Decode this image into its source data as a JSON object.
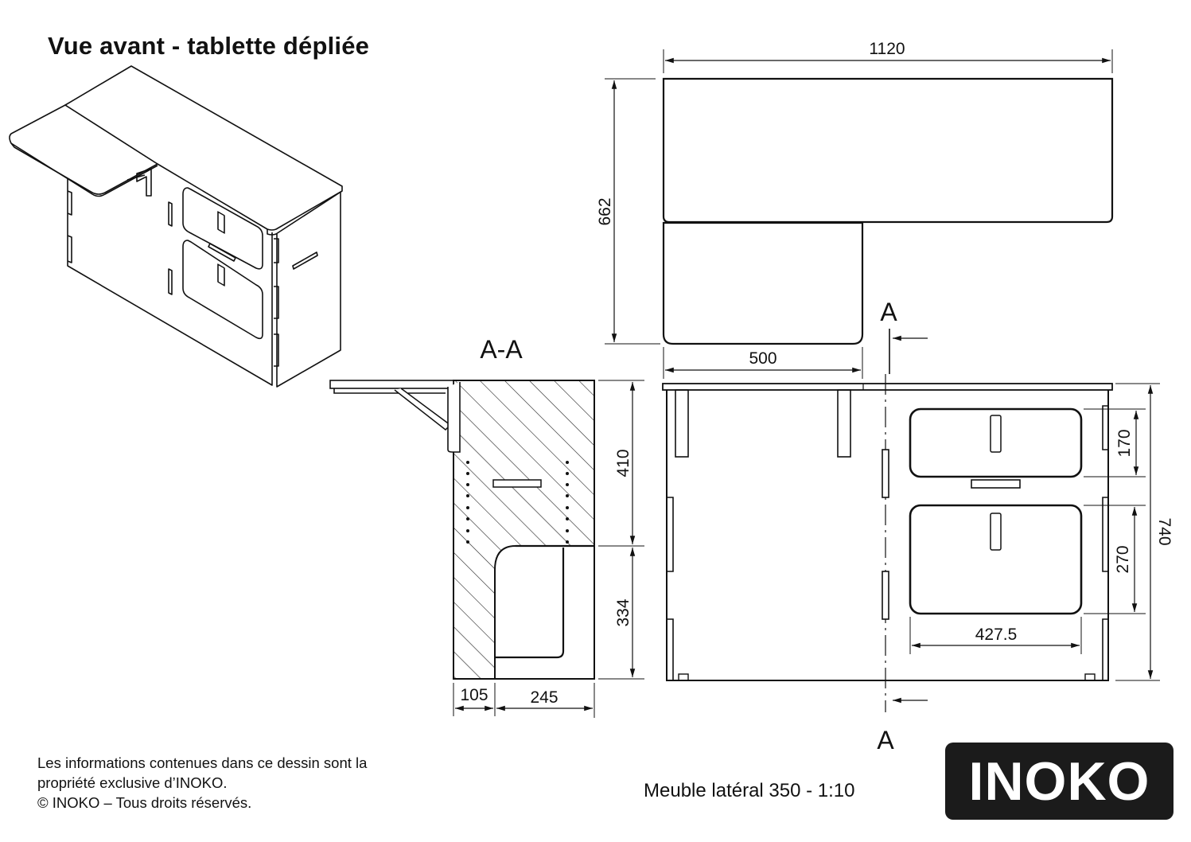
{
  "title": "Vue avant - tablette dépliée",
  "section_label": "A-A",
  "section_markers": {
    "top": "A",
    "bottom": "A"
  },
  "dimensions": {
    "top_view": {
      "width_total": "1120",
      "depth_total": "662",
      "tablet_width": "500"
    },
    "section_view": {
      "upper_height": "410",
      "lower_height": "334",
      "left_depth": "105",
      "right_depth": "245"
    },
    "front_view": {
      "drawer_top_height": "170",
      "drawer_bottom_height": "270",
      "total_height": "740",
      "drawer_width": "427.5"
    }
  },
  "footer": {
    "line1": "Les informations contenues dans ce dessin sont la",
    "line2": "propriété exclusive d’INOKO.",
    "line3": "© INOKO – Tous droits réservés."
  },
  "caption": "Meuble latéral 350 - 1:10",
  "logo": {
    "text": "INOKO",
    "bg_color": "#1b1b1b",
    "fg_color": "#ffffff"
  }
}
